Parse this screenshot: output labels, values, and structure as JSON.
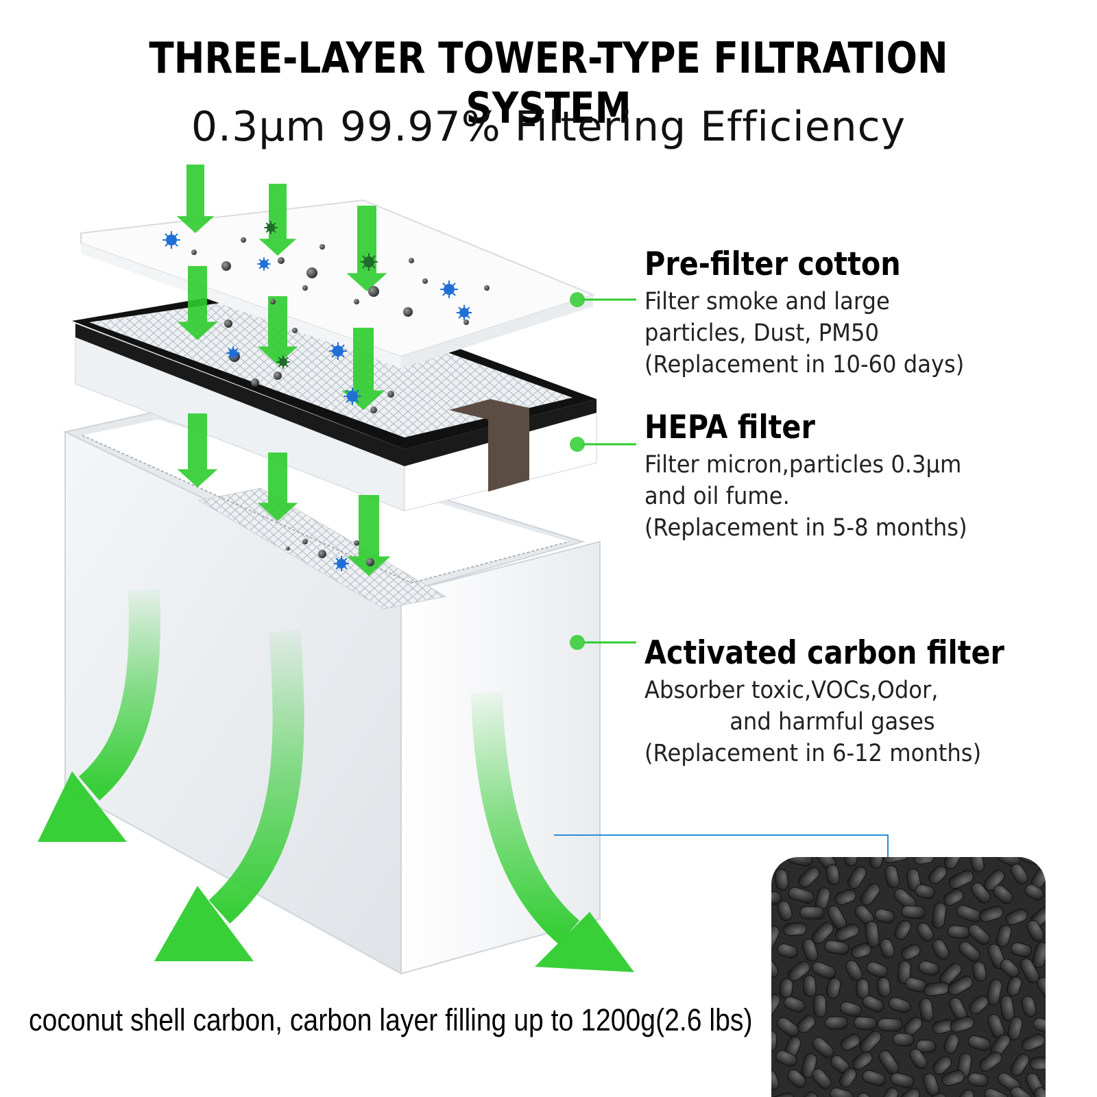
{
  "header": {
    "title": "THREE-LAYER TOWER-TYPE FILTRATION SYSTEM",
    "subtitle": "0.3μm 99.97% Filtering Efficiency"
  },
  "layers": [
    {
      "name": "Pre-filter cotton",
      "lines": [
        "Filter smoke and large",
        "particles, Dust, PM50",
        "(Replacement in 10-60 days)"
      ]
    },
    {
      "name": "HEPA filter",
      "lines": [
        "Filter micron,particles 0.3μm",
        "and oil fume.",
        "(Replacement in 5-8 months)"
      ]
    },
    {
      "name": "Activated carbon filter",
      "lines": [
        "Absorber toxic,VOCs,Odor,",
        "and harmful gases",
        "(Replacement in 6-12 months)"
      ]
    }
  ],
  "caption": "coconut shell carbon, carbon layer filling up to 1200g(2.6 lbs)",
  "colors": {
    "arrow": "#2ecc2e",
    "leader": "#2fcc2f",
    "blue_leader": "#2a8fd8",
    "particle_blue": "#1f6fd6"
  }
}
